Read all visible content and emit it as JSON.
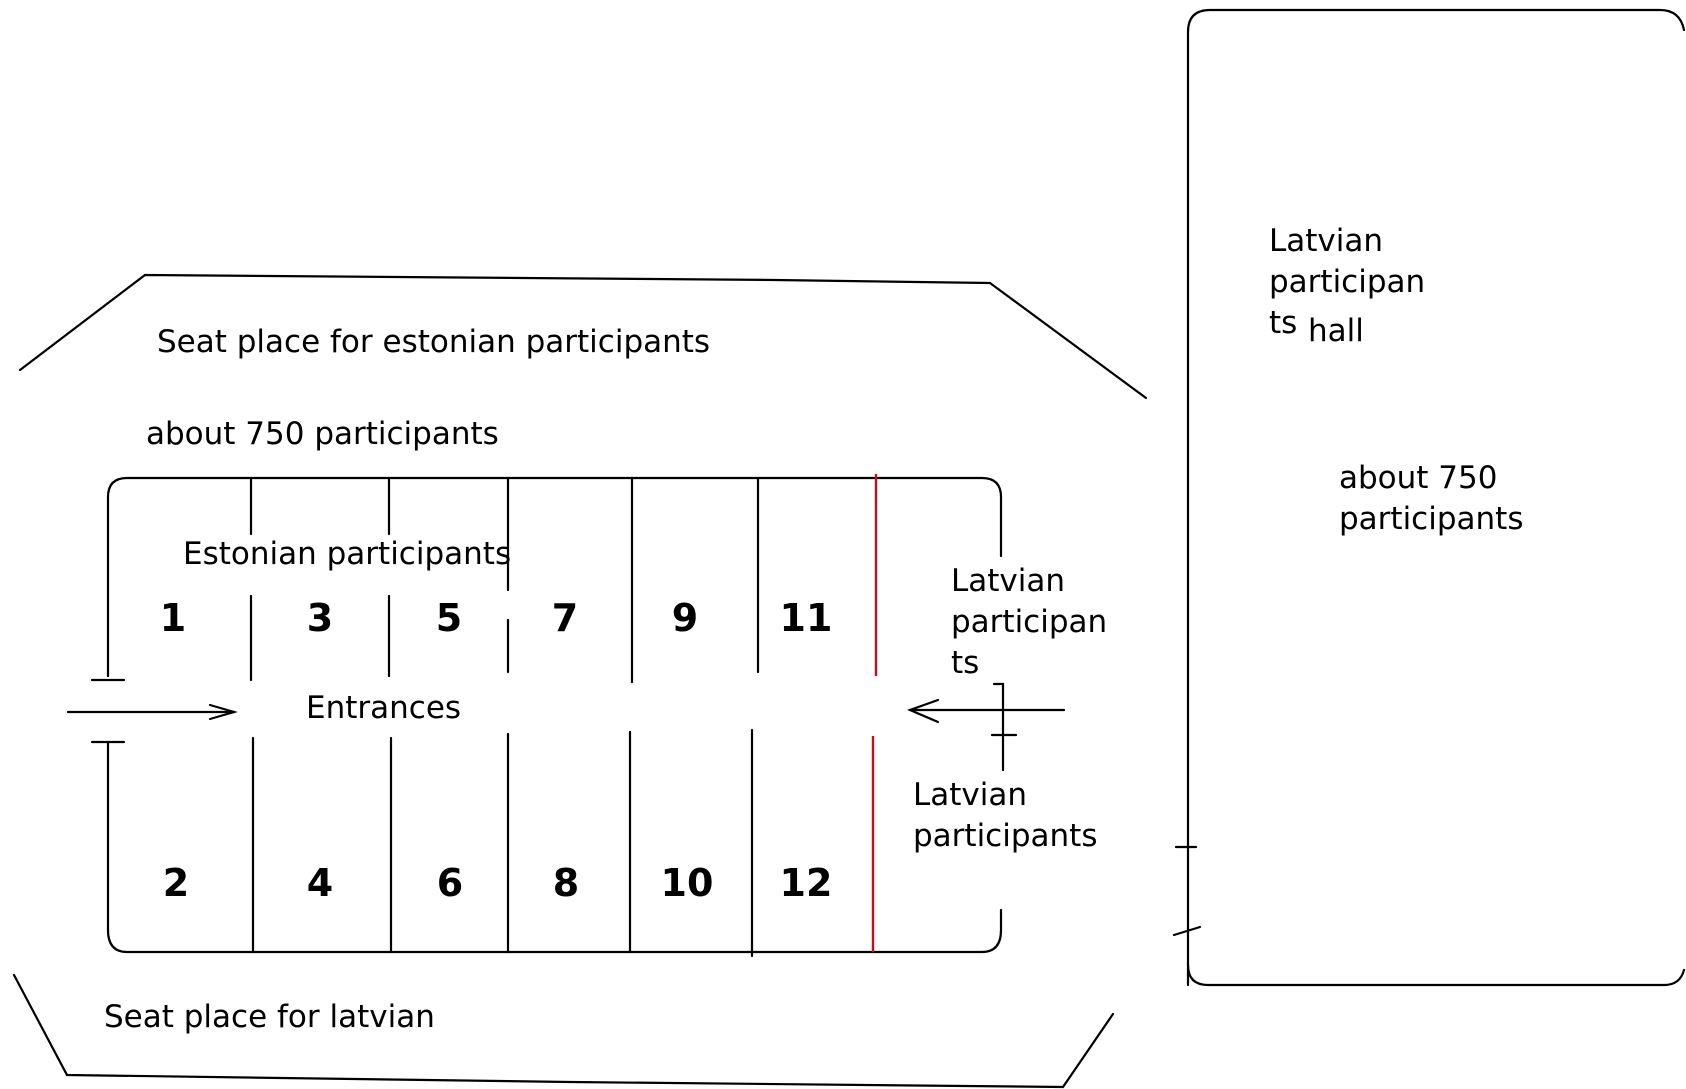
{
  "labels": {
    "seat_estonian": "Seat place for estonian participants",
    "about_750_left": "about 750 participants",
    "estonian_participants": "Estonian participants",
    "entrances": "Entrances",
    "latvian_upper": [
      "Latvian",
      "participan",
      "ts"
    ],
    "latvian_lower": [
      "Latvian",
      "participants"
    ],
    "seat_latvian": "Seat place for latvian",
    "hall_title": [
      "Latvian",
      "participan",
      "ts"
    ],
    "hall_word": "hall",
    "about_750_right": [
      "about 750",
      "participants"
    ]
  },
  "sections": {
    "top": [
      "1",
      "3",
      "5",
      "7",
      "9",
      "11"
    ],
    "bottom": [
      "2",
      "4",
      "6",
      "8",
      "10",
      "12"
    ]
  },
  "colors": {
    "lines": "#000000",
    "separator": "#c0101a"
  }
}
